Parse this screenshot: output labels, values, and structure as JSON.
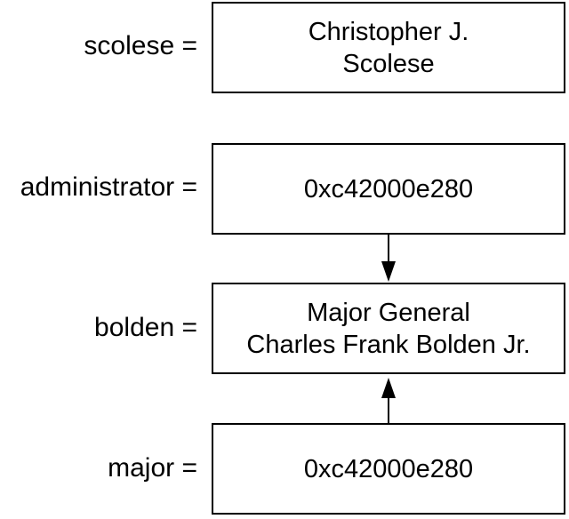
{
  "rows": [
    {
      "var": "scolese =",
      "lines": [
        "Christopher J.",
        "Scolese"
      ]
    },
    {
      "var": "administrator =",
      "lines": [
        "0xc42000e280"
      ]
    },
    {
      "var": "bolden =",
      "lines": [
        "Major General",
        "Charles Frank Bolden Jr."
      ]
    },
    {
      "var": "major =",
      "lines": [
        "0xc42000e280"
      ]
    }
  ],
  "arrows": [
    {
      "from": "administrator",
      "to": "bolden",
      "direction": "down"
    },
    {
      "from": "major",
      "to": "bolden",
      "direction": "up"
    }
  ]
}
